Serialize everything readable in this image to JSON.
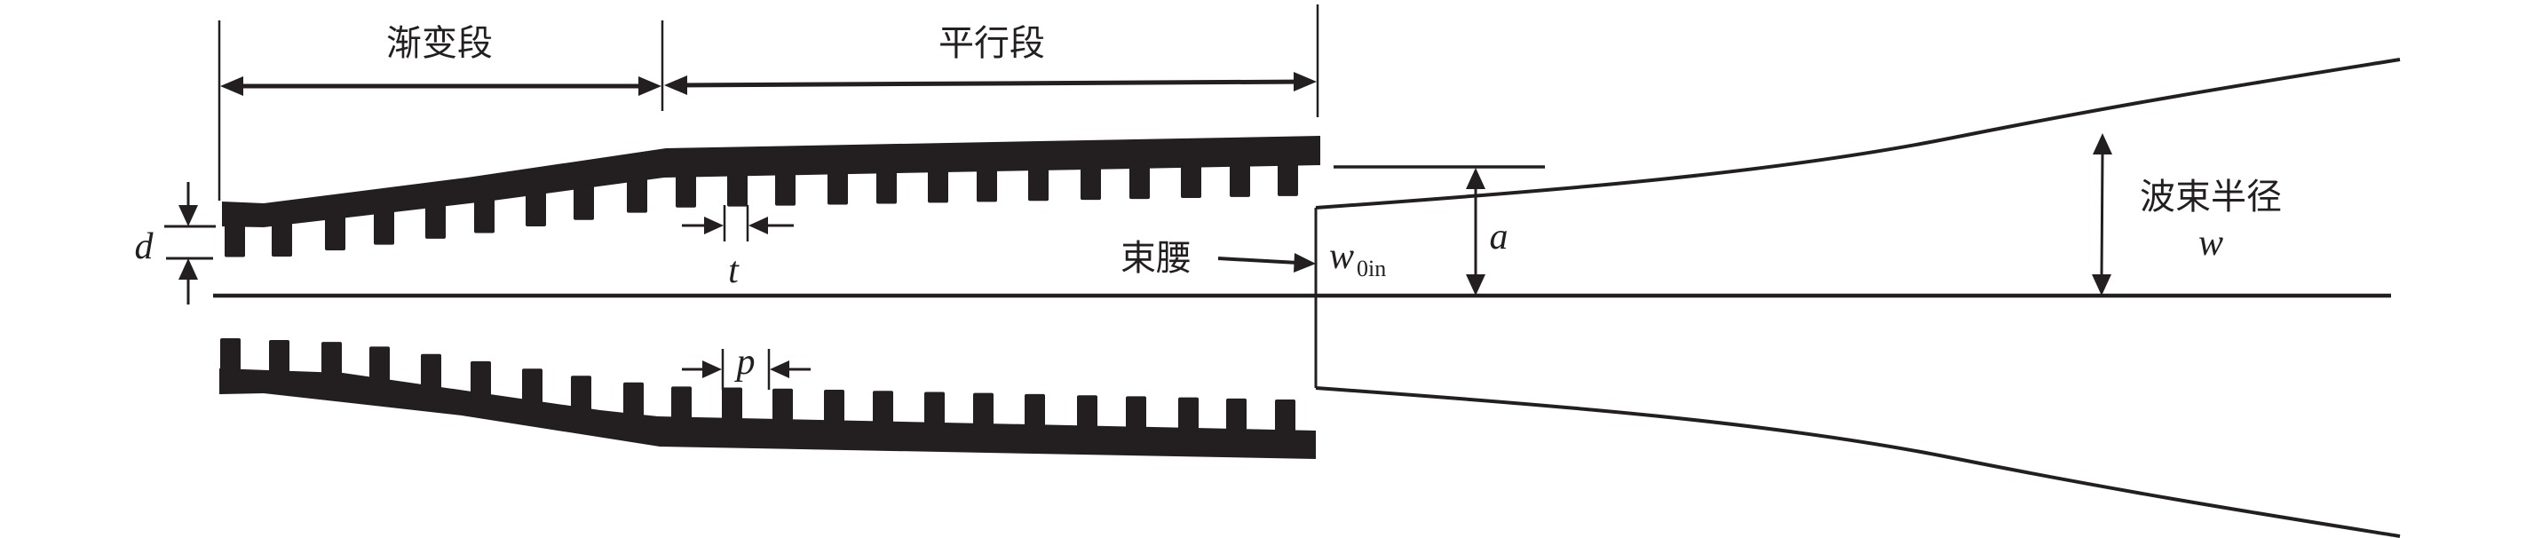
{
  "figure": {
    "description": "Corrugated horn (taper section + parallel section) radiating a Gaussian beam with waist at the aperture",
    "ink_color": "#231f20",
    "background_color": "#ffffff"
  },
  "labels": {
    "taper_section": "渐变段",
    "parallel_section": "平行段",
    "beam_waist": "束腰",
    "waist_symbol": "w",
    "waist_subscript": "0in",
    "aperture_radius": "a",
    "beam_radius_text": "波束半径",
    "beam_radius_symbol": "w",
    "groove_depth": "d",
    "tooth_thickness": "t",
    "period": "p"
  },
  "horn": {
    "upper_teeth_count": 22,
    "lower_teeth_count": 22
  }
}
